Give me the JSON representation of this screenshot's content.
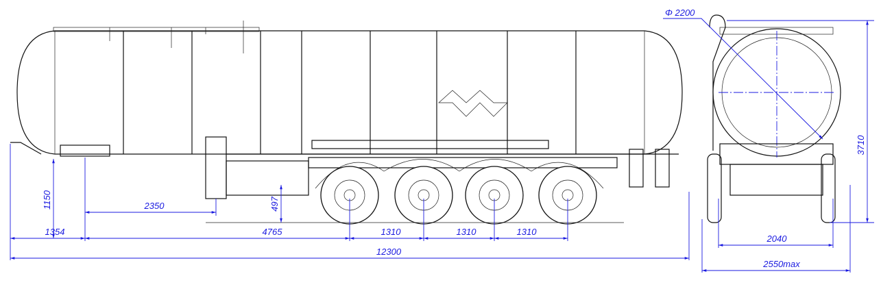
{
  "drawing": {
    "title": "Tank semi-trailer, 4 axles — side and front views",
    "colors": {
      "dimension": "#1a1ae0",
      "outline": "#111111"
    },
    "side_view": {
      "dimensions": {
        "overall_length": "12300",
        "front_overhang": "1354",
        "kingpin_to_first_axle": "4765",
        "axle_spacing_1": "1310",
        "axle_spacing_2": "1310",
        "axle_spacing_3": "1310",
        "kingpin_to_landing_gear": "2350",
        "fifth_wheel_height": "1150",
        "ground_clearance": "497"
      }
    },
    "front_view": {
      "dimensions": {
        "tank_diameter": "Φ 2200",
        "overall_height": "3710",
        "track_width": "2040",
        "overall_width": "2550max"
      }
    }
  }
}
